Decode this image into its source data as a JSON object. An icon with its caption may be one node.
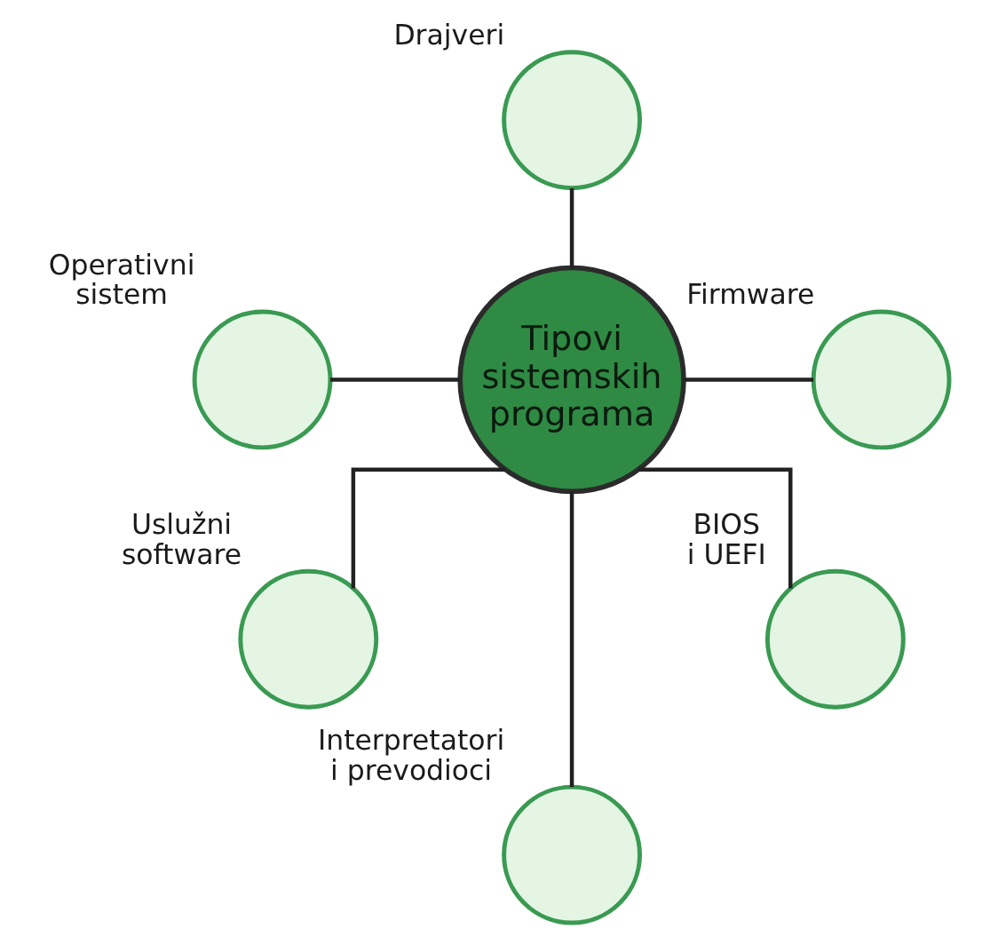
{
  "diagram": {
    "nodes": [
      {
        "text": [],
        "shape": "circle",
        "beside": [
          "Drajveri"
        ]
      },
      {
        "text": [],
        "shape": "circle",
        "beside": [
          "Operativni sistem"
        ]
      },
      {
        "text": [],
        "shape": "circle",
        "beside": [
          "Firmware"
        ]
      },
      {
        "text": [
          "Tipovi sistemskih programa"
        ]
      },
      {
        "text": [],
        "shape": "circle",
        "beside": [
          "Uslužni software"
        ]
      },
      {
        "text": [],
        "shape": "circle",
        "beside": [
          "BIOS i UEFI"
        ]
      },
      {
        "text": [],
        "shape": "circle",
        "beside": [
          "Interpretatori i prevodioci"
        ]
      }
    ],
    "edges": [
      {
        "from": 0,
        "to": 3,
        "arrow": "none"
      },
      {
        "from": 1,
        "to": 3,
        "arrow": "none"
      },
      {
        "from": 3,
        "to": 2,
        "arrow": "none"
      },
      {
        "from": 3,
        "to": 4,
        "arrow": "none"
      },
      {
        "from": 3,
        "to": 6,
        "arrow": "none"
      },
      {
        "from": 3,
        "to": 5,
        "arrow": "none"
      }
    ]
  }
}
